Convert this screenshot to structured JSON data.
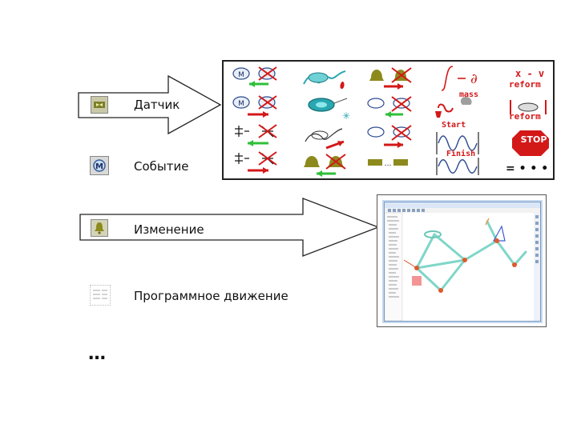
{
  "items": [
    {
      "label": "Датчик"
    },
    {
      "label": "Событие"
    },
    {
      "label": "Изменение"
    },
    {
      "label": "Программное движение"
    }
  ],
  "more": "…",
  "panel": {
    "formula_symbols": "∫ − ∂",
    "xv_label": "x - v",
    "reform_label_1": "reform",
    "reform_label_2": "reform",
    "mass_label": "mass",
    "start_label": "Start",
    "finish_label": "Finish",
    "stop_label": "STOP",
    "equals_dots": "= • • •"
  },
  "colors": {
    "green": "#2fbf3a",
    "red": "#d31818",
    "teal": "#2aa7b0",
    "olive": "#8d8a1d"
  }
}
